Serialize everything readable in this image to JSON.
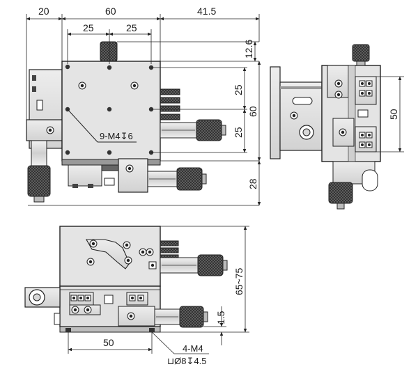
{
  "drawing": {
    "top_view": {
      "dim_width_left": "20",
      "dim_width_body": "60",
      "dim_width_right": "41.5",
      "dim_hole_spacing_1": "25",
      "dim_hole_spacing_2": "25",
      "dim_top_offset": "12.6",
      "dim_hole_v_1": "25",
      "dim_hole_v_2": "25",
      "dim_body_height": "60",
      "dim_bottom_extension": "28",
      "tapped_holes_note": "9-M4↧6"
    },
    "side_view": {
      "dim_height": "50"
    },
    "front_view": {
      "dim_total_height": "65~75",
      "dim_base_offset": "1.5",
      "dim_base_holes": "50",
      "mount_holes_note": "4-M4",
      "counterbore_note": "⊔Ø8↧4.5"
    }
  }
}
